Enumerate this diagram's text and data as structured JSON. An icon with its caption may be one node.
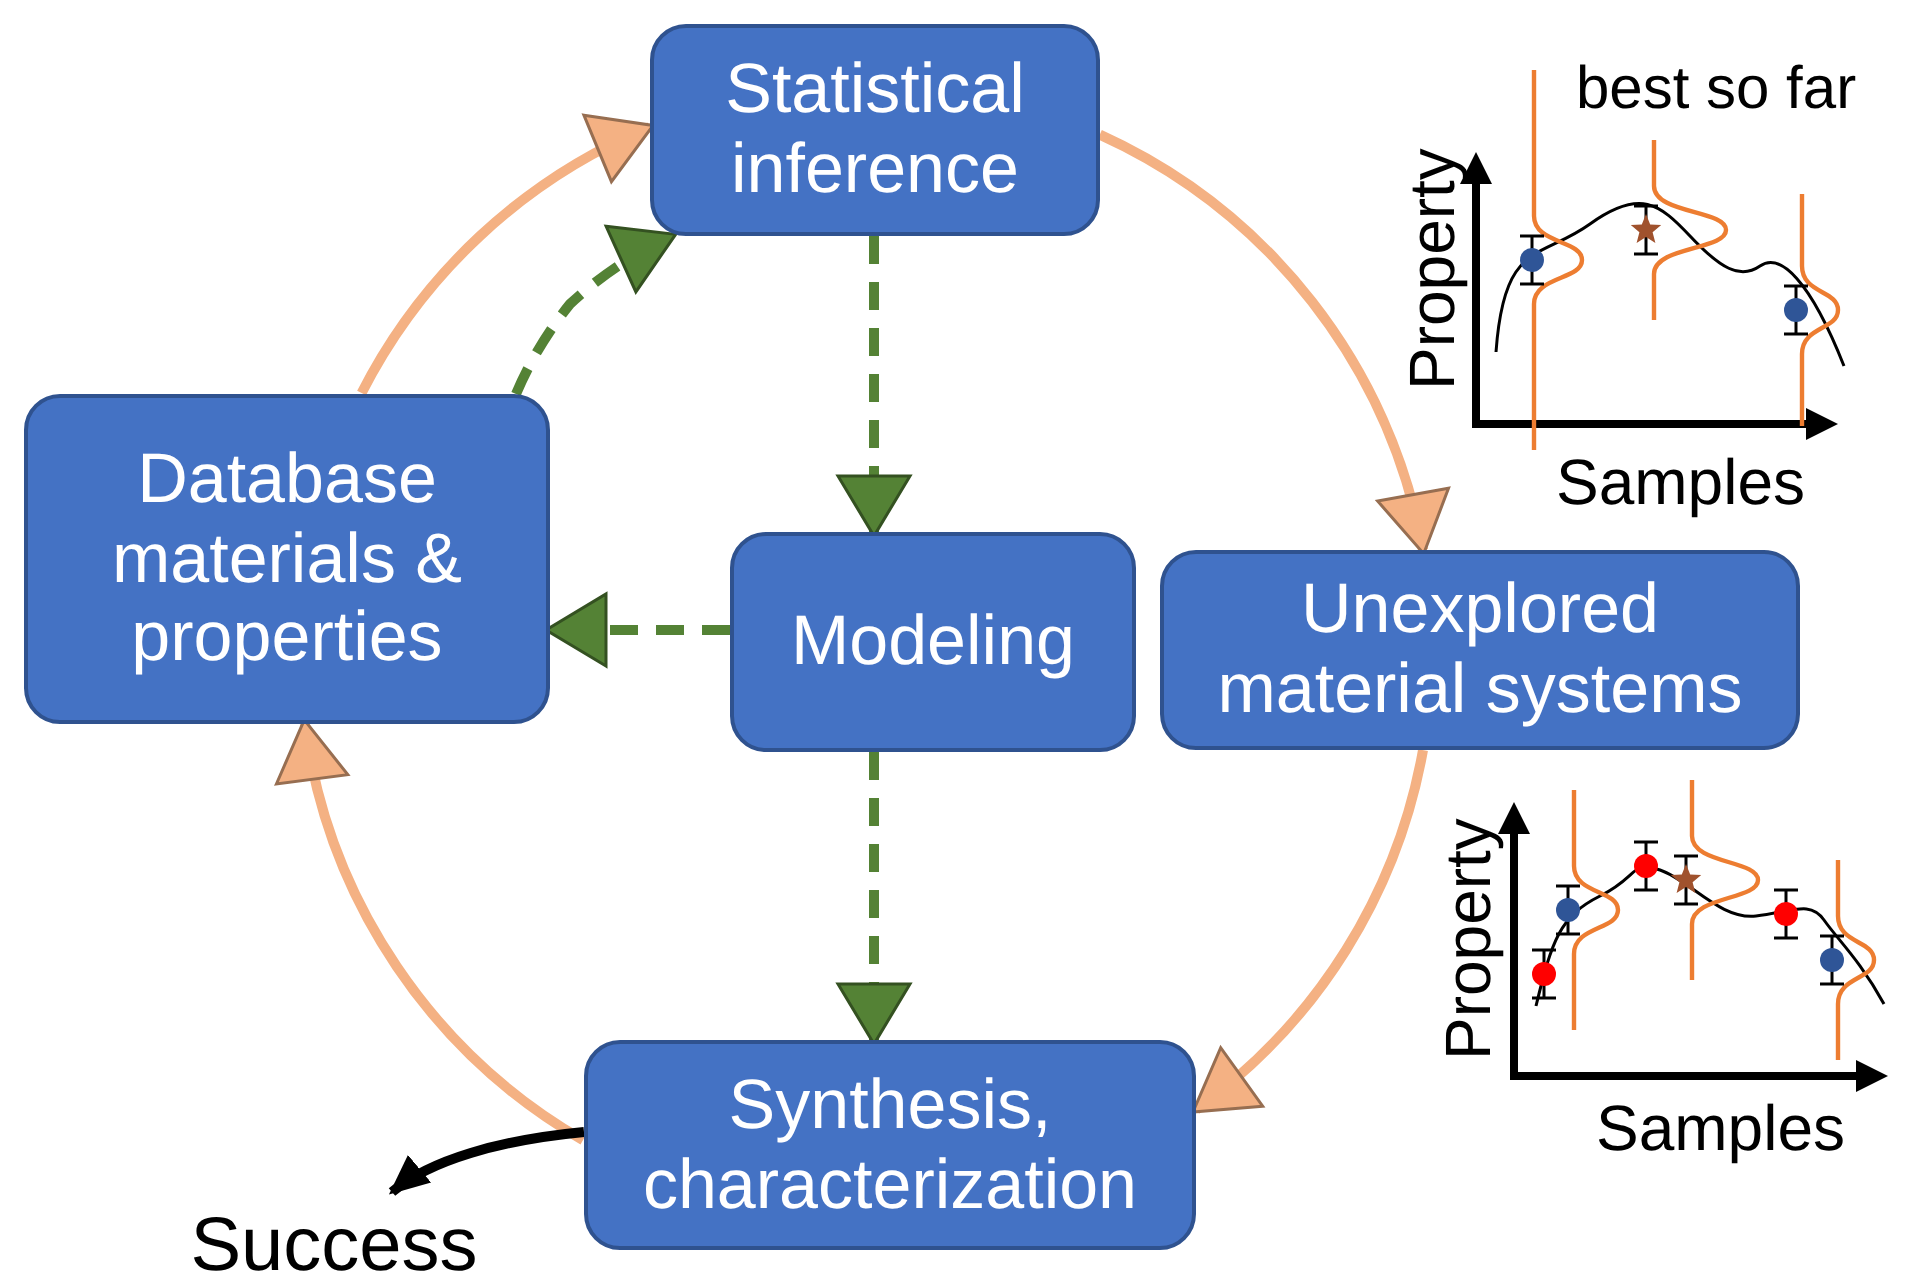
{
  "diagram": {
    "nodes": [
      {
        "text": [
          "Statistical inference"
        ]
      },
      {
        "text": [
          "Database materials & properties"
        ]
      },
      {
        "text": [
          "Modeling"
        ]
      },
      {
        "text": [
          "Unexplored material systems"
        ]
      },
      {
        "text": [
          "Synthesis, characterization"
        ]
      },
      {
        "text": [
          "Success"
        ]
      }
    ],
    "edges": [
      {
        "from": 0,
        "to": 3,
        "arrow": "to",
        "color": "#f4b183"
      },
      {
        "from": 3,
        "to": 4,
        "arrow": "to",
        "color": "#f4b183"
      },
      {
        "from": 4,
        "to": 1,
        "arrow": "to",
        "color": "#f4b183"
      },
      {
        "from": 1,
        "to": 0,
        "arrow": "to",
        "color": "#f4b183"
      },
      {
        "from": 1,
        "to": 0,
        "arrow": "to",
        "style": "dashed",
        "color": "#548235"
      },
      {
        "from": 0,
        "to": 2,
        "arrow": "to",
        "style": "dashed",
        "color": "#548235"
      },
      {
        "from": 2,
        "to": 1,
        "arrow": "to",
        "style": "dashed",
        "color": "#548235"
      },
      {
        "from": 2,
        "to": 4,
        "arrow": "to",
        "style": "dashed",
        "color": "#548235"
      },
      {
        "from": 4,
        "to": 5,
        "arrow": "to",
        "color": "#000000"
      }
    ],
    "labels": [
      "best so far",
      "Property",
      "Samples",
      "Property",
      "Samples"
    ]
  }
}
